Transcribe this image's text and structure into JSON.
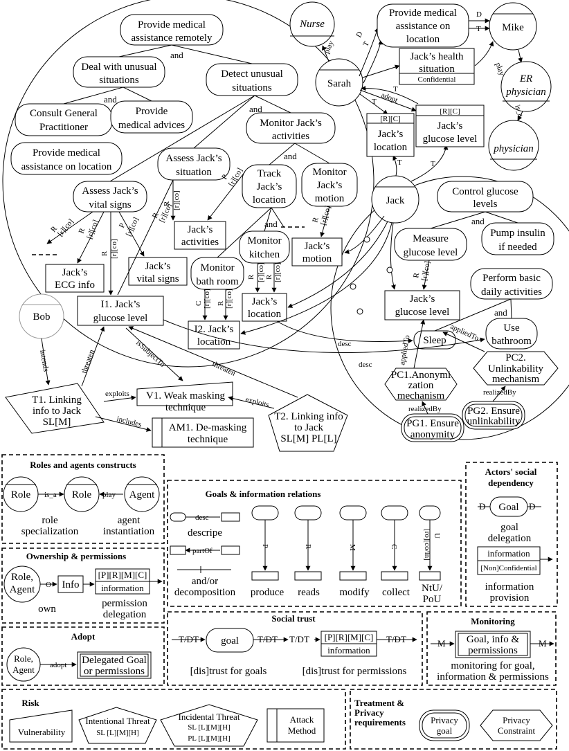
{
  "agents": {
    "nurse": "Nurse",
    "mike": "Mike",
    "sarah": "Sarah",
    "er1": "ER",
    "er2": "physician",
    "physician": "physician",
    "jack": "Jack",
    "bob": "Bob"
  },
  "goals": {
    "g_remote1": "Provide medical",
    "g_remote2": "assistance remotely",
    "g_unusual1": "Deal with unusual",
    "g_unusual2": "situations",
    "g_detect1": "Detect unusual",
    "g_detect2": "situations",
    "g_consult1": "Consult General",
    "g_consult2": "Practitioner",
    "g_advice1": "Provide",
    "g_advice2": "medical advices",
    "g_monitor1": "Monitor Jack’s",
    "g_monitor2": "activities",
    "g_loc1": "Provide medical",
    "g_loc2": "assistance on location",
    "g_situ1": "Assess Jack’s",
    "g_situ2": "situation",
    "g_vital1": "Assess Jack’s",
    "g_vital2": "vital signs",
    "g_track1": "Track",
    "g_track2": "Jack’s",
    "g_track3": "location",
    "g_motion1": "Monitor",
    "g_motion2": "Jack’s",
    "g_motion3": "motion",
    "g_kitchen1": "Monitor",
    "g_kitchen2": "kitchen",
    "g_bath1": "Monitor",
    "g_bath2": "bath room",
    "g_pml1": "Provide medical",
    "g_pml2": "assistance on",
    "g_pml3": "location",
    "g_control1": "Control glucose",
    "g_control2": "levels",
    "g_measure1": "Measure",
    "g_measure2": "glucose level",
    "g_pump1": "Pump insulin",
    "g_pump2": "if needed",
    "g_basic1": "Perform basic",
    "g_basic2": "daily activities",
    "g_sleep": "Sleep",
    "g_bath_use1": "Use",
    "g_bath_use2": "bathroom"
  },
  "info": {
    "activities1": "Jack’s",
    "activities2": "activities",
    "ecg1": "Jack’s",
    "ecg2": "ECG info",
    "vitalinfo1": "Jack’s",
    "vitalinfo2": "vital signs",
    "glucose_i1_1": "I1. Jack’s",
    "glucose_i1_2": "glucose level",
    "loc_i2_1": "I2. Jack’s",
    "loc_i2_2": "location",
    "loc_k1": "Jack’s",
    "loc_k2": "location",
    "motion1": "Jack’s",
    "motion2": "motion",
    "health1": "Jack’s health",
    "health2": "situation",
    "health3": "Confidential",
    "jloc1": "Jack’s",
    "jloc2": "location",
    "jglu1": "Jack’s",
    "jglu2": "glucose level",
    "perm_rc": "[R][C]",
    "gl1": "Jack’s",
    "gl2": "glucose level"
  },
  "labels": {
    "and": "and",
    "play": "play",
    "is_a": "is_a",
    "adopt": "adopt",
    "T": "T",
    "D": "D",
    "R": "R",
    "P": "P",
    "C": "C",
    "rco": "[r][co]",
    "desc": "desc",
    "O": "O",
    "intends": "intends",
    "threaten": "threaten",
    "isSubjectTo": "isSubjectTo",
    "exploits": "exploits",
    "includes": "includes",
    "appliedTo": "appliedTo",
    "realizedBy": "realizedBy"
  },
  "risk": {
    "t1_1": "T1. Linking",
    "t1_2": "info to Jack",
    "t1_3": "SL[M]",
    "t2_1": "T2. Linking info",
    "t2_2": "to Jack",
    "t2_3": "SL[M] PL[L]",
    "v1_1": "V1. Weak masking",
    "v1_2": "technique",
    "am1_1": "AM1. De-masking",
    "am1_2": "technique"
  },
  "privacy": {
    "pc1_1": "PC1.Anonymi",
    "pc1_2": "zation",
    "pc1_3": "mechanism",
    "pc2_1": "PC2.",
    "pc2_2": "Unlinkability",
    "pc2_3": "mechanism",
    "pg1_1": "PG1. Ensure",
    "pg1_2": "anonymity",
    "pg2_1": "PG2. Ensure",
    "pg2_2": "unlinkability"
  },
  "legend": {
    "roles_title": "Roles and agents constructs",
    "role": "Role",
    "agent": "Agent",
    "is_a": "is_a",
    "play": "play",
    "role_spec1": "role",
    "role_spec2": "specialization",
    "agent_inst1": "agent",
    "agent_inst2": "instantiation",
    "own_title": "Ownership & permissions",
    "role_agent1": "Role,",
    "role_agent2": "Agent",
    "O": "O",
    "info": "Info",
    "perm": "[P][R][M][C]",
    "information": "information",
    "own": "own",
    "perm_del1": "permission",
    "perm_del2": "delegation",
    "adopt_title": "Adopt",
    "adopt": "adopt",
    "deleg1": "Delegated Goal",
    "deleg2": "or permissions",
    "goals_title": "Goals & information relations",
    "desc": "desc",
    "descripe": "descripe",
    "partOf": "partOf",
    "andor1": "and/or",
    "andor2": "decomposition",
    "P": "P",
    "R": "R",
    "M": "M",
    "C": "C",
    "U": "U",
    "rocoln": "[ro][co/ln]",
    "produce": "produce",
    "reads": "reads",
    "modify": "modify",
    "collect": "collect",
    "ntu1": "NtU/",
    "ntu2": "PoU",
    "social_title1": "Actors' social",
    "social_title2": "dependency",
    "goal": "Goal",
    "D": "D",
    "goal_del1": "goal",
    "goal_del2": "delegation",
    "nonconf": "[Non]Confidential",
    "info_prov1": "information",
    "info_prov2": "provision",
    "trust_title": "Social trust",
    "tdt": "T/DT",
    "goal_l": "goal",
    "trust_goals": "[dis]trust for goals",
    "trust_perms": "[dis]trust for permissions",
    "monitoring_title": "Monitoring",
    "Mtag": "M",
    "mon_box1": "Goal, info &",
    "mon_box2": "permissions",
    "mon1": "monitoring for goal,",
    "mon2": "information & permissions",
    "risk_title": "Risk",
    "vuln": "Vulnerability",
    "int_threat": "Intentional Threat",
    "int_sl": "SL [L][M][H]",
    "inc_threat": "Incidental Threat",
    "inc_sl": "SL [L][M][H]",
    "inc_pl": "PL [L][M][H]",
    "attack1": "Attack",
    "attack2": "Method",
    "treat1": "Treatment &",
    "treat2": "Privacy",
    "treat3": "requirements",
    "pgoal1": "Privacy",
    "pgoal2": "goal",
    "pcons1": "Privacy",
    "pcons2": "Constraint"
  }
}
